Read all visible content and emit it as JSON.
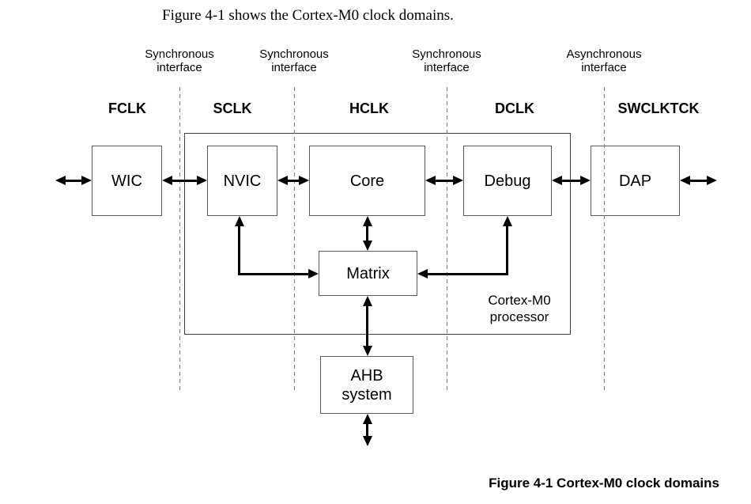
{
  "intro": "Figure 4-1 shows the Cortex-M0 clock domains.",
  "caption": "Figure 4-1 Cortex-M0 clock domains",
  "interfaces": [
    {
      "line1": "Synchronous",
      "line2": "interface"
    },
    {
      "line1": "Synchronous",
      "line2": "interface"
    },
    {
      "line1": "Synchronous",
      "line2": "interface"
    },
    {
      "line1": "Asynchronous",
      "line2": "interface"
    }
  ],
  "clocks": [
    "FCLK",
    "SCLK",
    "HCLK",
    "DCLK",
    "SWCLKTCK"
  ],
  "blocks": {
    "wic": "WIC",
    "nvic": "NVIC",
    "core": "Core",
    "debug": "Debug",
    "dap": "DAP",
    "matrix": "Matrix",
    "ahb": [
      "AHB",
      "system"
    ]
  },
  "processor": {
    "line1": "Cortex-M0",
    "line2": "processor"
  },
  "colors": {
    "ink": "#000000",
    "box-border": "#5a5a5a",
    "outer-border": "#3f3f3f",
    "dashed": "#7a7a7a",
    "bg": "#ffffff"
  }
}
